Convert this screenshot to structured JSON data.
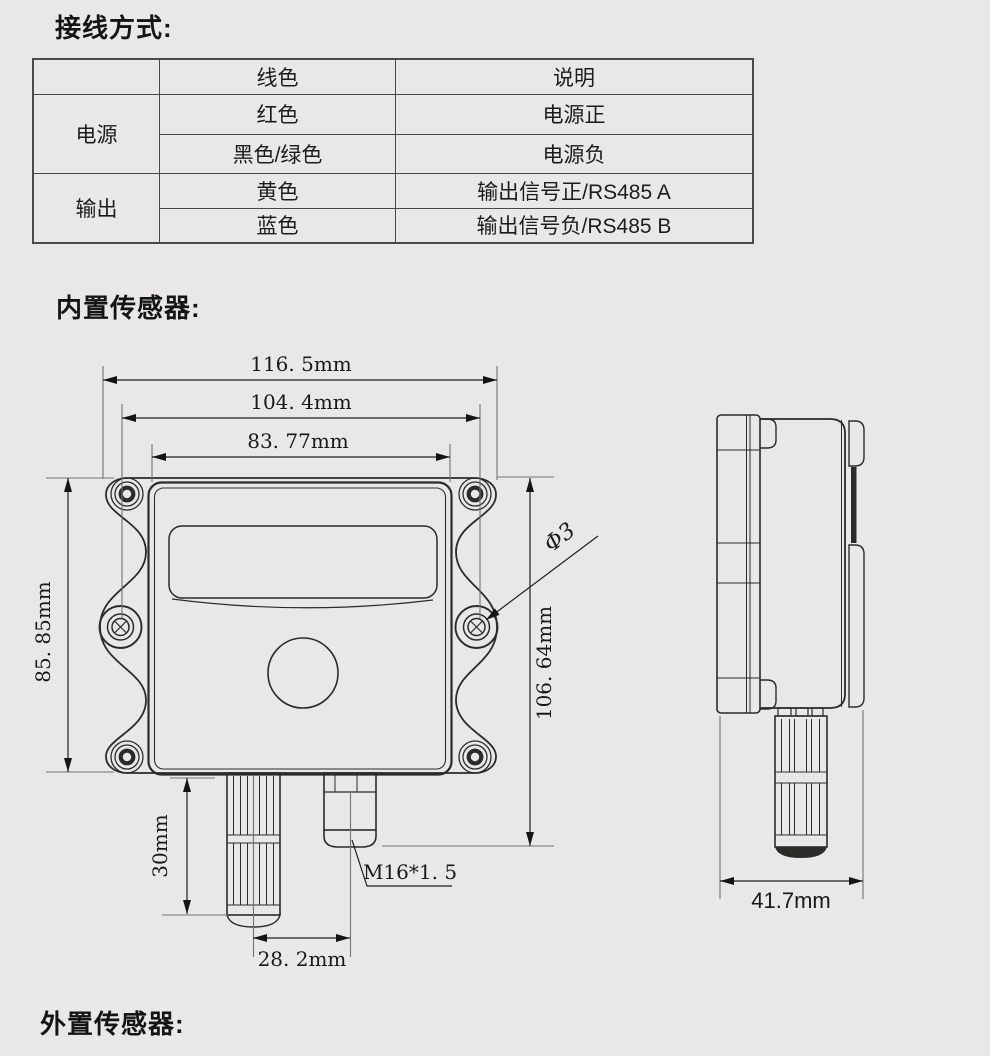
{
  "page": {
    "background": "#e9e8e6",
    "line_color": "#2d2b28",
    "border_color": "#4a4a45"
  },
  "titles": {
    "wiring": "接线方式:",
    "builtin_sensor": "内置传感器:",
    "external_sensor": "外置传感器:"
  },
  "wiring_table": {
    "header": {
      "group": "",
      "color": "线色",
      "description": "说明"
    },
    "groups": [
      {
        "label": "电源",
        "rows": [
          {
            "color": "红色",
            "description": "电源正"
          },
          {
            "color": "黑色/绿色",
            "description": "电源负"
          }
        ]
      },
      {
        "label": "输出",
        "rows": [
          {
            "color": "黄色",
            "description": "输出信号正/RS485 A"
          },
          {
            "color": "蓝色",
            "description": "输出信号负/RS485 B"
          }
        ]
      }
    ]
  },
  "drawing": {
    "dimensions": {
      "outer_width": "116. 5mm",
      "hole_span_width": "104. 4mm",
      "body_width": "83. 77mm",
      "body_height": "85. 85mm",
      "total_height": "106. 64mm",
      "mount_hole_diameter": "Φ3",
      "probe_length": "30mm",
      "probe_to_gland": "28. 2mm",
      "gland_thread": "M16*1. 5",
      "side_depth": "41.7mm"
    }
  }
}
